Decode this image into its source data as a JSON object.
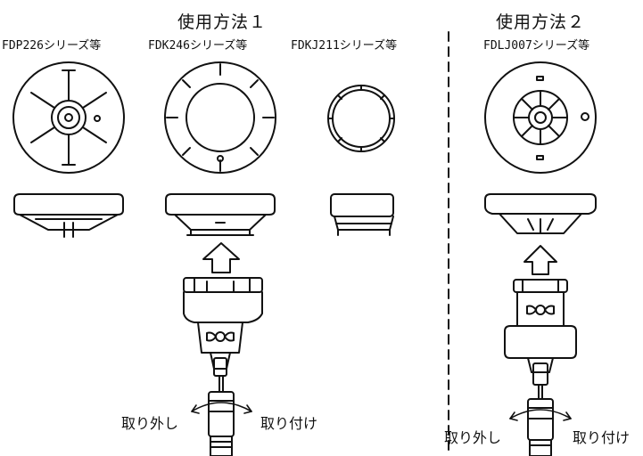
{
  "usage1": {
    "heading": "使用方法１",
    "models": [
      "FDP226シリーズ等",
      "FDK246シリーズ等",
      "FDKJ211シリーズ等"
    ]
  },
  "usage2": {
    "heading": "使用方法２",
    "models": [
      "FDLJ007シリーズ等"
    ]
  },
  "actions": {
    "remove": "取り外し",
    "attach": "取り付け"
  }
}
